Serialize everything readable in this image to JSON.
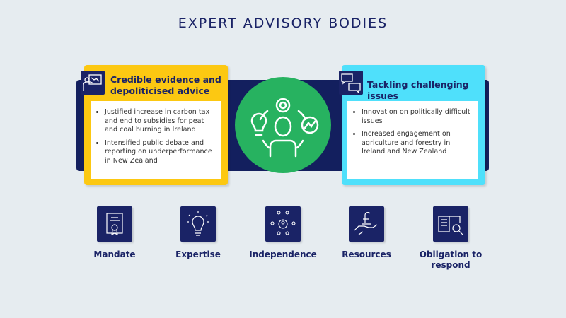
{
  "title": "EXPERT ADVISORY BODIES",
  "left_card": {
    "title": "Credible evidence and depoliticised advice",
    "bullets": [
      "Justified increase in carbon tax and end to subsidies for peat and coal burning in Ireland",
      "Intensified public debate and reporting on underperformance in New Zealand"
    ]
  },
  "right_card": {
    "title": "Tackling challenging issues",
    "bullets": [
      "Innovation on politically difficult issues",
      "Increased engagement on agriculture and forestry in Ireland and New Zealand"
    ]
  },
  "pillars": [
    {
      "label": "Mandate",
      "icon": "certificate-icon"
    },
    {
      "label": "Expertise",
      "icon": "lightbulb-icon"
    },
    {
      "label": "Independence",
      "icon": "people-network-icon"
    },
    {
      "label": "Resources",
      "icon": "hand-pound-icon"
    },
    {
      "label": "Obligation to respond",
      "icon": "book-search-icon"
    }
  ],
  "colors": {
    "navy": "#1a2366",
    "yellow": "#fcc812",
    "cyan": "#4fe0fb",
    "green": "#27b260",
    "background": "#e6ecf0"
  }
}
